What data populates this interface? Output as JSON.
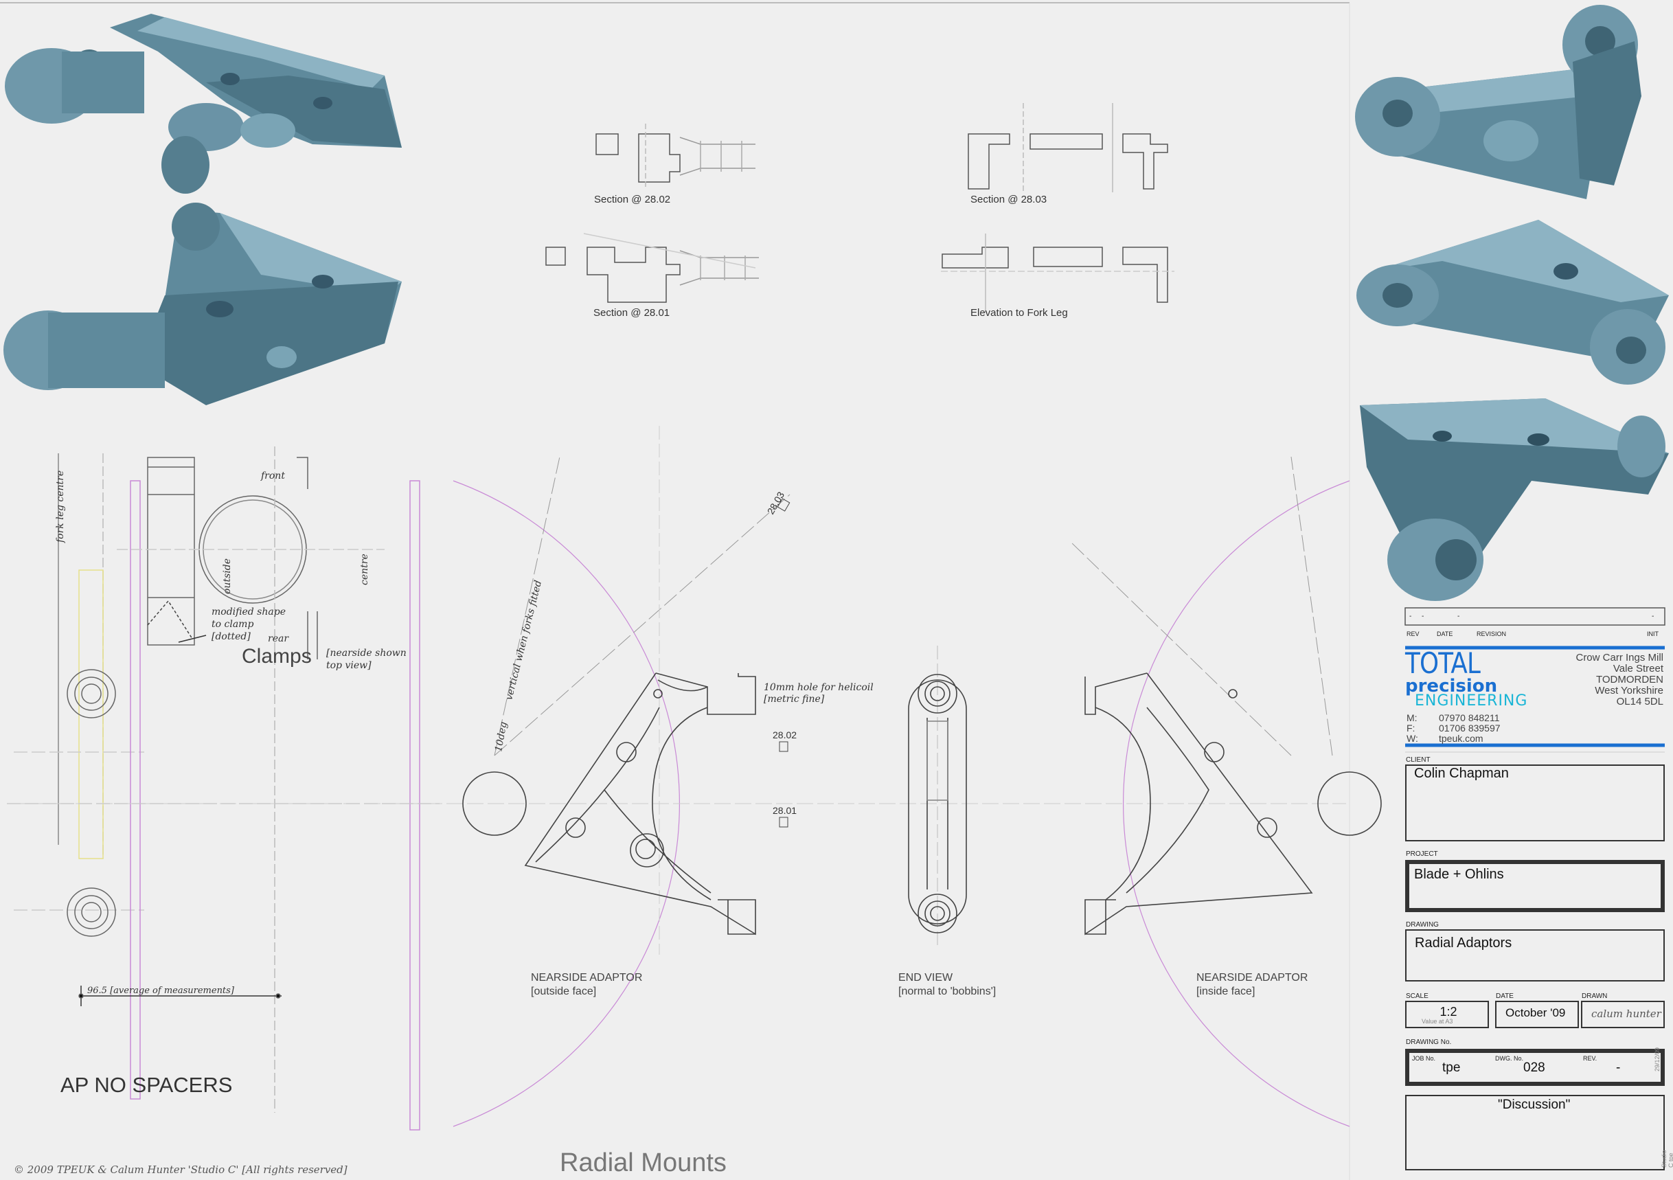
{
  "sections": {
    "s2802": "Section  @  28.02",
    "s2803": "Section  @  28.03",
    "s2801": "Section  @  28.01",
    "elevation": "Elevation  to  Fork  Leg"
  },
  "clamps": {
    "fork_leg_centre": "fork leg centre",
    "front": "front",
    "outside": "outside",
    "centre": "centre",
    "modified_1": "modified shape",
    "modified_2": "to clamp",
    "modified_3": "[dotted]",
    "rear": "rear",
    "title": "Clamps",
    "nearside_1": "[nearside shown",
    "nearside_2": "top view]",
    "measure": "96.5 [average of measurements]",
    "spacers": "AP  NO  SPACERS"
  },
  "radial": {
    "vertical_note": "vertical when forks fitted",
    "deg": "10deg",
    "tag_2803": "28.03",
    "tag_2802": "28.02",
    "tag_2801": "28.01",
    "hole_1": "10mm hole for helicoil",
    "hole_2": "[metric fine]",
    "title": "Radial Mounts"
  },
  "views": {
    "nearside_outside_1": "NEARSIDE  ADAPTOR",
    "nearside_outside_2": "[outside  face]",
    "end_view_1": "END  VIEW",
    "end_view_2": "[normal  to  'bobbins']",
    "nearside_inside_1": "NEARSIDE  ADAPTOR",
    "nearside_inside_2": "[inside  face]"
  },
  "copyright": "©  2009 TPEUK & Calum Hunter  'Studio C'  [All rights reserved]",
  "title_block": {
    "rev_header": {
      "rev": "REV",
      "date": "DATE",
      "revision": "REVISION",
      "init": "INIT"
    },
    "rev_row": {
      "rev": "-",
      "date": "-",
      "revision": "-",
      "init": "-"
    },
    "logo": {
      "total": "TOTAL",
      "precision": "precision",
      "engineering": "ENGINEERING"
    },
    "address": [
      "Crow Carr Ings Mill",
      "Vale Street",
      "TODMORDEN",
      "West Yorkshire",
      "OL14 5DL"
    ],
    "contact": {
      "m_label": "M:",
      "m": "07970 848211",
      "f_label": "F:",
      "f": "01706 839597",
      "w_label": "W:",
      "w": "tpeuk.com"
    },
    "client_label": "CLIENT",
    "client": "Colin Chapman",
    "project_label": "PROJECT",
    "project": "Blade + Ohlins",
    "drawing_label": "DRAWING",
    "drawing": "Radial Adaptors",
    "scale_label": "SCALE",
    "scale": "1:2",
    "scale_note": "Value at A3",
    "date_label": "DATE",
    "date": "October '09",
    "drawn_label": "DRAWN",
    "drawn": "calum hunter",
    "drawing_no_label": "DRAWING No.",
    "job_label": "JOB No.",
    "job": "tpe",
    "dwg_label": "DWG. No.",
    "dwg": "028",
    "rev_label": "REV.",
    "rev": "-",
    "status": "\"Discussion\"",
    "side_date": "29/12/09",
    "side_studio": "Studio C  tpe"
  },
  "colors": {
    "part": "#6a93a6",
    "part_dark": "#3f6474",
    "accent": "#1a6fd1",
    "cyan": "#19b5d6",
    "guide": "#c98ad6"
  }
}
